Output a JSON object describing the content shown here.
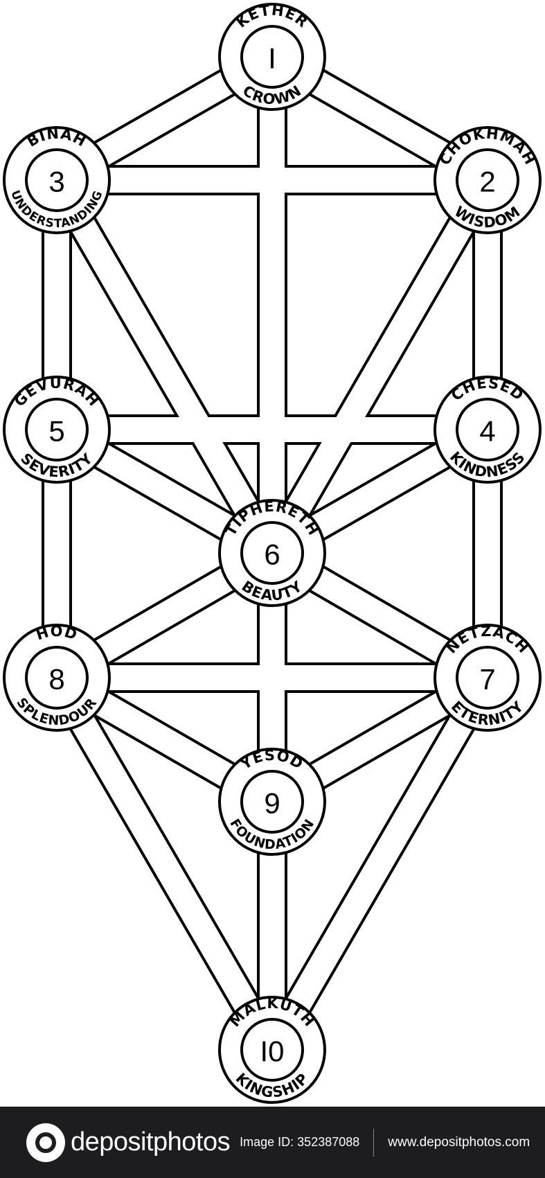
{
  "sephirot": [
    {
      "id": "kether",
      "number": "I",
      "name": "KETHER",
      "meaning": "CROWN"
    },
    {
      "id": "chokhmah",
      "number": "2",
      "name": "CHOKHMAH",
      "meaning": "WISDOM"
    },
    {
      "id": "binah",
      "number": "3",
      "name": "BINAH",
      "meaning": "UNDERSTANDING"
    },
    {
      "id": "chesed",
      "number": "4",
      "name": "CHESED",
      "meaning": "KINDNESS"
    },
    {
      "id": "gevurah",
      "number": "5",
      "name": "GEVURAH",
      "meaning": "SEVERITY"
    },
    {
      "id": "tiphereth",
      "number": "6",
      "name": "TIPHERETH",
      "meaning": "BEAUTY"
    },
    {
      "id": "netzach",
      "number": "7",
      "name": "NETZACH",
      "meaning": "ETERNITY"
    },
    {
      "id": "hod",
      "number": "8",
      "name": "HOD",
      "meaning": "SPLENDOUR"
    },
    {
      "id": "yesod",
      "number": "9",
      "name": "YESOD",
      "meaning": "FOUNDATION"
    },
    {
      "id": "malkuth",
      "number": "I0",
      "name": "MALKUTH",
      "meaning": "KINGSHIP"
    }
  ],
  "paths": [
    [
      "kether",
      "chokhmah"
    ],
    [
      "kether",
      "binah"
    ],
    [
      "kether",
      "tiphereth"
    ],
    [
      "chokhmah",
      "binah"
    ],
    [
      "chokhmah",
      "chesed"
    ],
    [
      "chokhmah",
      "tiphereth"
    ],
    [
      "binah",
      "gevurah"
    ],
    [
      "binah",
      "tiphereth"
    ],
    [
      "chesed",
      "gevurah"
    ],
    [
      "chesed",
      "tiphereth"
    ],
    [
      "chesed",
      "netzach"
    ],
    [
      "gevurah",
      "tiphereth"
    ],
    [
      "gevurah",
      "hod"
    ],
    [
      "tiphereth",
      "netzach"
    ],
    [
      "tiphereth",
      "hod"
    ],
    [
      "tiphereth",
      "yesod"
    ],
    [
      "netzach",
      "hod"
    ],
    [
      "netzach",
      "yesod"
    ],
    [
      "netzach",
      "malkuth"
    ],
    [
      "hod",
      "yesod"
    ],
    [
      "hod",
      "malkuth"
    ],
    [
      "yesod",
      "malkuth"
    ]
  ],
  "footer": {
    "brand": "depositphotos",
    "image_id": "Image ID: 352387088",
    "url": "www.depositphotos.com"
  }
}
